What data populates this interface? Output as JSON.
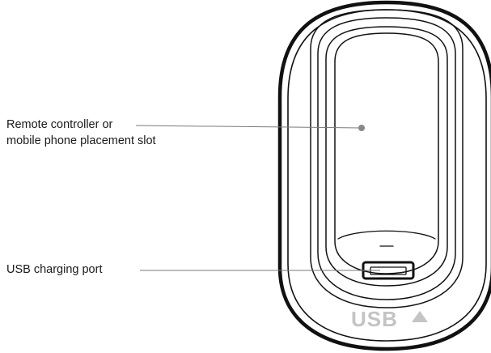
{
  "callouts": {
    "placement_slot": {
      "line1": "Remote controller or",
      "line2": "mobile phone placement slot"
    },
    "usb_port": {
      "label": "USB charging port"
    }
  },
  "device": {
    "embossed_label": "USB"
  }
}
